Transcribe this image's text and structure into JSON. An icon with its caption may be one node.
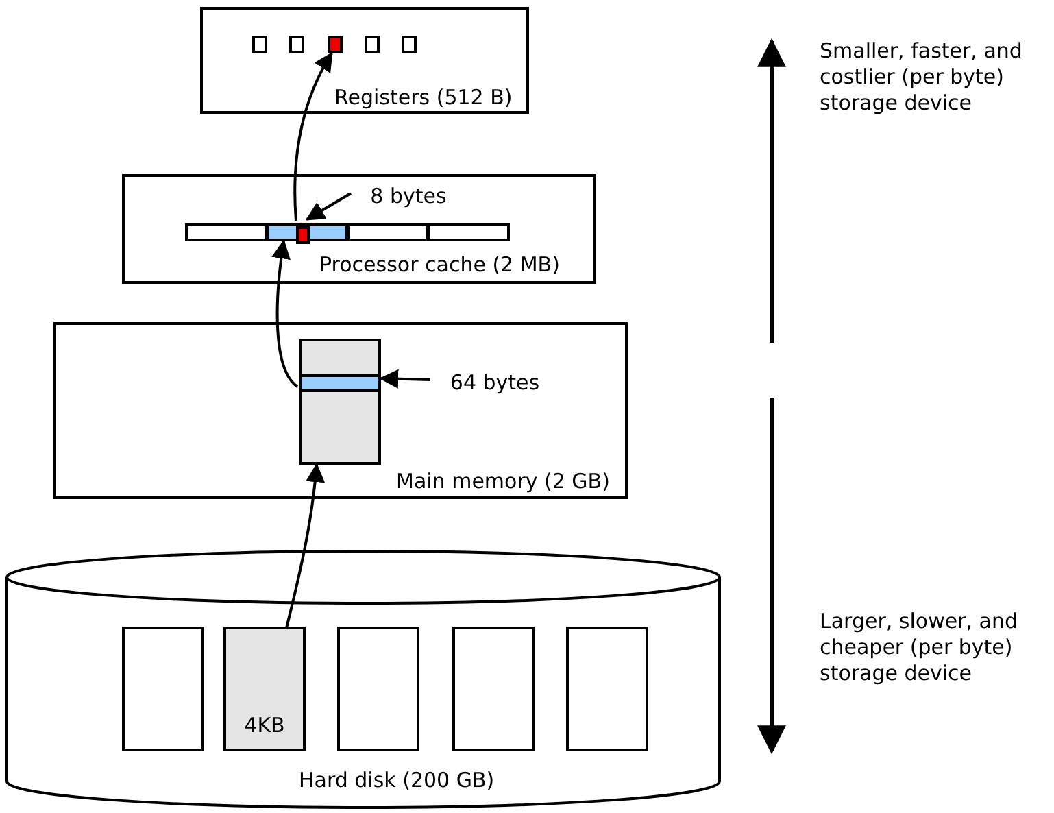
{
  "diagram": {
    "nodes": [
      {
        "text": [
          "Registers (512 B)"
        ]
      },
      {
        "text": [],
        "shape": "box",
        "in": 0
      },
      {
        "text": [],
        "shape": "box",
        "in": 0
      },
      {
        "text": [],
        "shape": "box",
        "in": 0
      },
      {
        "text": [],
        "shape": "box",
        "in": 0
      },
      {
        "text": [],
        "shape": "box",
        "in": 0
      },
      {
        "text": [
          "Processor cache (2 MB)"
        ]
      },
      {
        "text": [],
        "shape": "box",
        "in": 6
      },
      {
        "text": [],
        "shape": "box",
        "in": 6
      },
      {
        "text": [],
        "shape": "box",
        "in": 8
      },
      {
        "text": [],
        "shape": "box",
        "in": 6
      },
      {
        "text": [],
        "shape": "box",
        "in": 6
      },
      {
        "text": [
          "8 bytes"
        ],
        "in": 6
      },
      {
        "text": [
          "Main memory (2 GB)"
        ]
      },
      {
        "text": [],
        "shape": "box",
        "in": 13
      },
      {
        "text": [],
        "shape": "bar",
        "in": 14
      },
      {
        "text": [
          "64 bytes"
        ],
        "in": 13
      },
      {
        "text": [
          "Hard disk (200 GB)"
        ]
      },
      {
        "text": [],
        "shape": "box",
        "in": 17
      },
      {
        "text": [
          "4KB"
        ],
        "in": 17
      },
      {
        "text": [],
        "shape": "box",
        "in": 17
      },
      {
        "text": [],
        "shape": "box",
        "in": 17
      },
      {
        "text": [],
        "shape": "box",
        "in": 17
      }
    ],
    "edges": [
      {
        "from": 19,
        "to": 14,
        "arrow": "to"
      },
      {
        "from": 15,
        "to": 8,
        "arrow": "to"
      },
      {
        "from": 9,
        "to": 3,
        "arrow": "to"
      },
      {
        "from": 12,
        "to": 9,
        "arrow": "to"
      },
      {
        "from": 16,
        "to": 15,
        "arrow": "to"
      }
    ],
    "labels": [
      "Smaller, faster, and costlier (per byte) storage device",
      "Larger, slower, and cheaper (per byte) storage device"
    ]
  }
}
